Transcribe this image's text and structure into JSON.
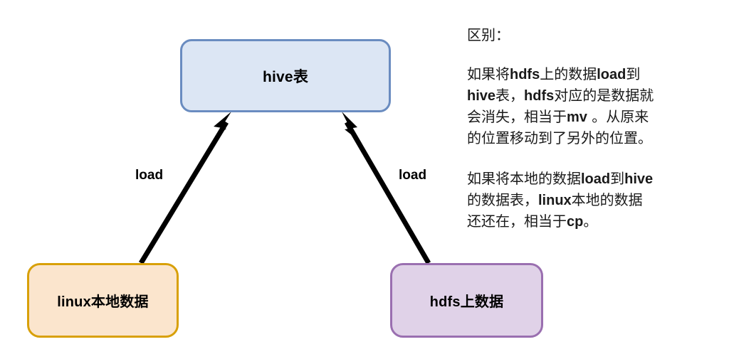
{
  "diagram": {
    "title": "hive load data flow",
    "nodes": [
      {
        "id": "hive",
        "latin": "hive",
        "han": "表",
        "full_label": "hive表",
        "fill": "#dce6f4",
        "stroke": "#6a8cc0"
      },
      {
        "id": "linux",
        "latin": "linux",
        "han": "本地数据",
        "full_label": "linux本地数据",
        "fill": "#fbe5cd",
        "stroke": "#d8a008"
      },
      {
        "id": "hdfs",
        "latin": "hdfs",
        "han": "上数据",
        "full_label": "hdfs上数据",
        "fill": "#e0d2e8",
        "stroke": "#9a6fb0"
      }
    ],
    "edges": [
      {
        "id": "linux-to-hive",
        "label": "load",
        "from": "linux",
        "to": "hive"
      },
      {
        "id": "hdfs-to-hive",
        "label": "load",
        "from": "hdfs",
        "to": "hive"
      }
    ],
    "arrow_color": "#000000"
  },
  "notes": {
    "heading": "区别：",
    "paragraphs": [
      {
        "id": "hdfs-load-note",
        "lines": [
          [
            {
              "t": "如果将",
              "b": false
            },
            {
              "t": "hdfs",
              "b": true
            },
            {
              "t": "上的数据",
              "b": false
            },
            {
              "t": "load",
              "b": true
            },
            {
              "t": "到",
              "b": false
            }
          ],
          [
            {
              "t": "hive",
              "b": true
            },
            {
              "t": "表，",
              "b": false
            },
            {
              "t": "hdfs",
              "b": true
            },
            {
              "t": "对应的是数据就",
              "b": false
            }
          ],
          [
            {
              "t": "会消失，相当于",
              "b": false
            },
            {
              "t": "mv",
              "b": true
            },
            {
              "t": " 。从原来",
              "b": false
            }
          ],
          [
            {
              "t": "的位置移动到了另外的位置。",
              "b": false
            }
          ]
        ]
      },
      {
        "id": "local-load-note",
        "lines": [
          [
            {
              "t": "如果将本地的数据",
              "b": false
            },
            {
              "t": "load",
              "b": true
            },
            {
              "t": "到",
              "b": false
            },
            {
              "t": "hive",
              "b": true
            }
          ],
          [
            {
              "t": "的数据表，",
              "b": false
            },
            {
              "t": "linux",
              "b": true
            },
            {
              "t": "本地的数据",
              "b": false
            }
          ],
          [
            {
              "t": "还还在，相当于",
              "b": false
            },
            {
              "t": "cp",
              "b": true
            },
            {
              "t": "。",
              "b": false
            }
          ]
        ]
      }
    ]
  }
}
